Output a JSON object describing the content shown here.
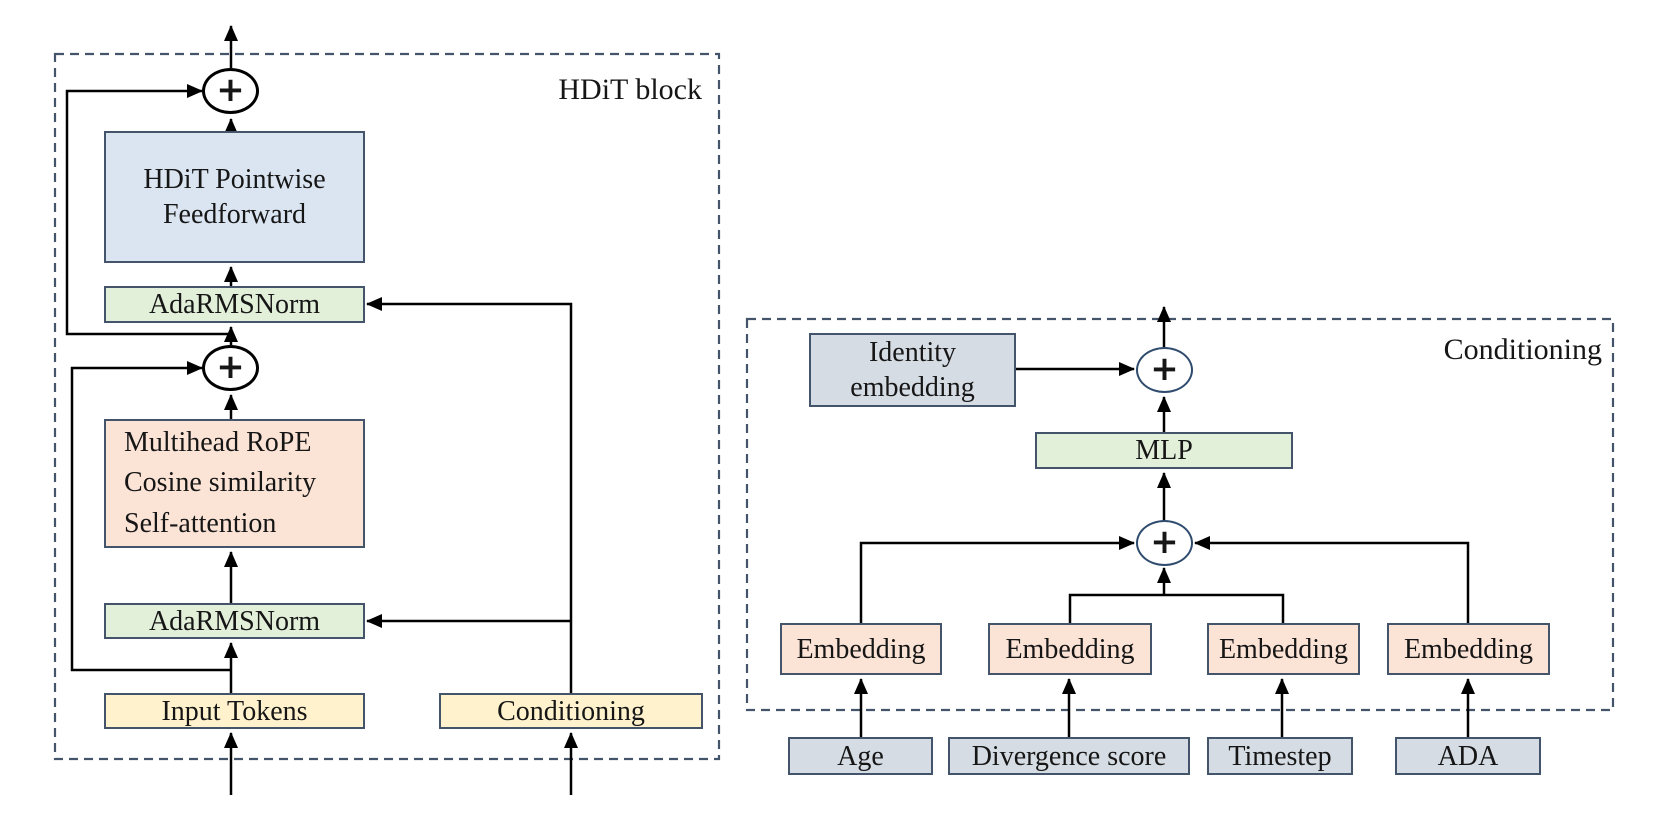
{
  "hdit_block": {
    "title": "HDiT block",
    "add_symbol": "+",
    "feedforward": {
      "line1": "HDiT Pointwise",
      "line2": "Feedforward"
    },
    "adarmsnorm_top": "AdaRMSNorm",
    "attention": {
      "line1": "Multihead RoPE",
      "line2": "Cosine similarity",
      "line3": "Self-attention"
    },
    "adarmsnorm_bottom": "AdaRMSNorm",
    "input_tokens": "Input Tokens",
    "conditioning": "Conditioning"
  },
  "conditioning_block": {
    "title": "Conditioning",
    "add_symbol": "+",
    "identity_embedding": {
      "line1": "Identity",
      "line2": "embedding"
    },
    "mlp": "MLP",
    "embeddings": [
      "Embedding",
      "Embedding",
      "Embedding",
      "Embedding"
    ],
    "inputs": [
      "Age",
      "Divergence score",
      "Timestep",
      "ADA"
    ]
  },
  "colors": {
    "box_blue": "#dbe5f1",
    "box_green": "#e2efd9",
    "box_peach": "#fbe3d6",
    "box_yellow": "#fff2cc",
    "box_gray": "#d6dce4",
    "box_border": "#44546a",
    "dashed_border": "#44546a",
    "connector": "#000000",
    "add_circle_left": "#000000",
    "add_circle_right": "#2f4b6e"
  }
}
